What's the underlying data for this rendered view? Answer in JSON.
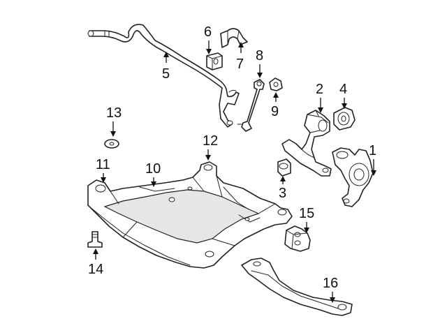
{
  "diagram": {
    "callouts": [
      {
        "id": "1",
        "label": "1"
      },
      {
        "id": "2",
        "label": "2"
      },
      {
        "id": "3",
        "label": "3"
      },
      {
        "id": "4",
        "label": "4"
      },
      {
        "id": "5",
        "label": "5"
      },
      {
        "id": "6",
        "label": "6"
      },
      {
        "id": "7",
        "label": "7"
      },
      {
        "id": "8",
        "label": "8"
      },
      {
        "id": "9",
        "label": "9"
      },
      {
        "id": "10",
        "label": "10"
      },
      {
        "id": "11",
        "label": "11"
      },
      {
        "id": "12",
        "label": "12"
      },
      {
        "id": "13",
        "label": "13"
      },
      {
        "id": "14",
        "label": "14"
      },
      {
        "id": "15",
        "label": "15"
      },
      {
        "id": "16",
        "label": "16"
      }
    ],
    "line_color": "#222222",
    "background": "#ffffff"
  }
}
